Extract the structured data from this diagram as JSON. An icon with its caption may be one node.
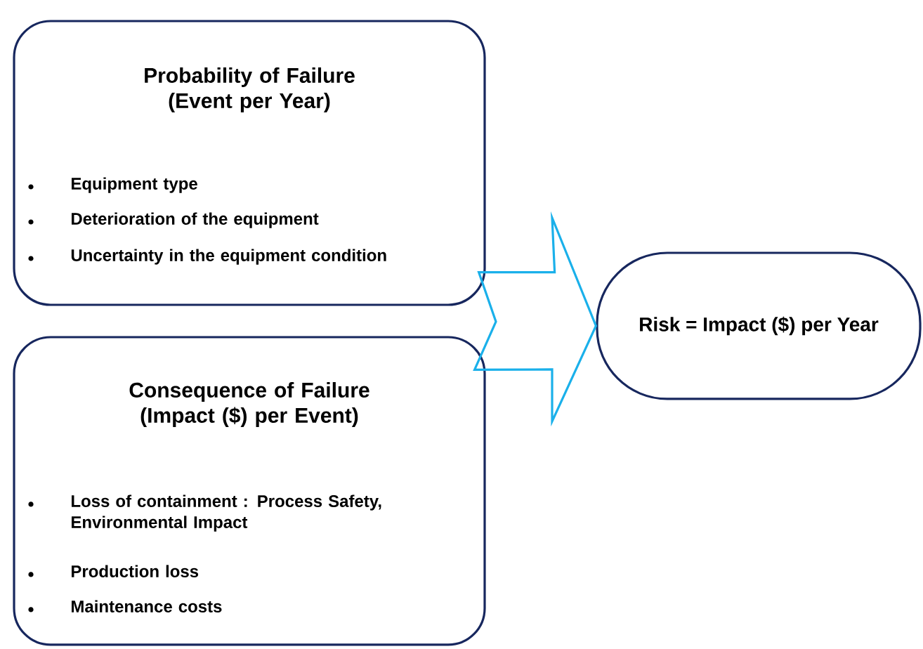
{
  "diagram": {
    "nodes": [
      {
        "text": [
          "Probability of Failure (Event per Year)",
          "Equipment type",
          "Deterioration of the equipment",
          "Uncertainty in the equipment condition"
        ]
      },
      {
        "text": [
          "Consequence of Failure (Impact ($) per Event)",
          "Loss of containment : Process Safety, Environmental Impact",
          "Production loss",
          "Maintenance costs"
        ]
      },
      {
        "text": [
          "Risk = Impact ($) per Year"
        ]
      }
    ],
    "edges": [
      {
        "from": 0,
        "to": 2,
        "arrow": "to"
      },
      {
        "from": 1,
        "to": 2,
        "arrow": "to"
      }
    ]
  }
}
